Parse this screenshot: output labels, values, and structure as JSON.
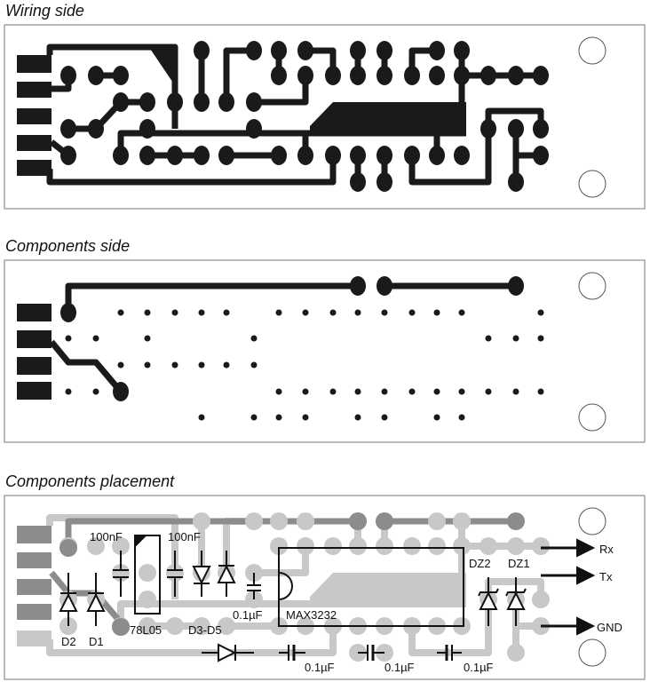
{
  "panels": {
    "wiring": {
      "title": "Wiring side"
    },
    "components": {
      "title": "Components side"
    },
    "placement": {
      "title": "Components placement",
      "labels": {
        "c1": "100nF",
        "c2": "100nF",
        "c3": "0.1µF",
        "ic": "MAX3232",
        "d2": "D2",
        "d1": "D1",
        "reg": "78L05",
        "d3d5": "D3-D5",
        "dz2": "DZ2",
        "dz1": "DZ1",
        "c4": "0.1µF",
        "c5": "0.1µF",
        "c6": "0.1µF"
      },
      "outputs": {
        "rx": "Rx",
        "tx": "Tx",
        "gnd": "GND"
      }
    }
  },
  "colors": {
    "copper": "#1a1a1a",
    "silk": "#111111",
    "placement_copper": "#c8c8c8",
    "placement_top": "#8c8c8c"
  }
}
